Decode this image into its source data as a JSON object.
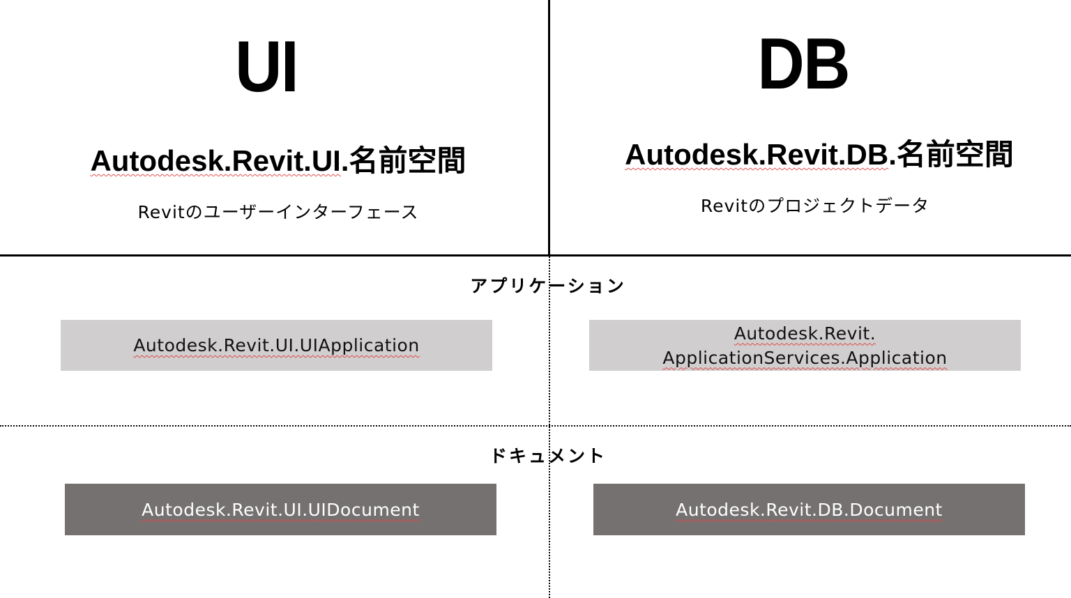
{
  "columns": {
    "ui": {
      "heading": "UI",
      "namespace_prefix": "Autodesk.Revit.UI",
      "namespace_suffix": ".名前空間",
      "description": "Revitのユーザーインターフェース"
    },
    "db": {
      "heading": "DB",
      "namespace_prefix": "Autodesk.Revit.DB",
      "namespace_suffix": ".名前空間",
      "description": "Revitのプロジェクトデータ"
    }
  },
  "rows": {
    "application": {
      "label": "アプリケーション",
      "ui_class": "Autodesk.Revit.UI.UIApplication",
      "db_class_line1": "Autodesk.Revit.",
      "db_class_line2": "ApplicationServices.Application"
    },
    "document": {
      "label": "ドキュメント",
      "ui_class": "Autodesk.Revit.UI.UIDocument",
      "db_class": "Autodesk.Revit.DB.Document"
    }
  },
  "colors": {
    "application_box": "#d0cece",
    "document_box": "#757171",
    "divider": "#000000"
  }
}
